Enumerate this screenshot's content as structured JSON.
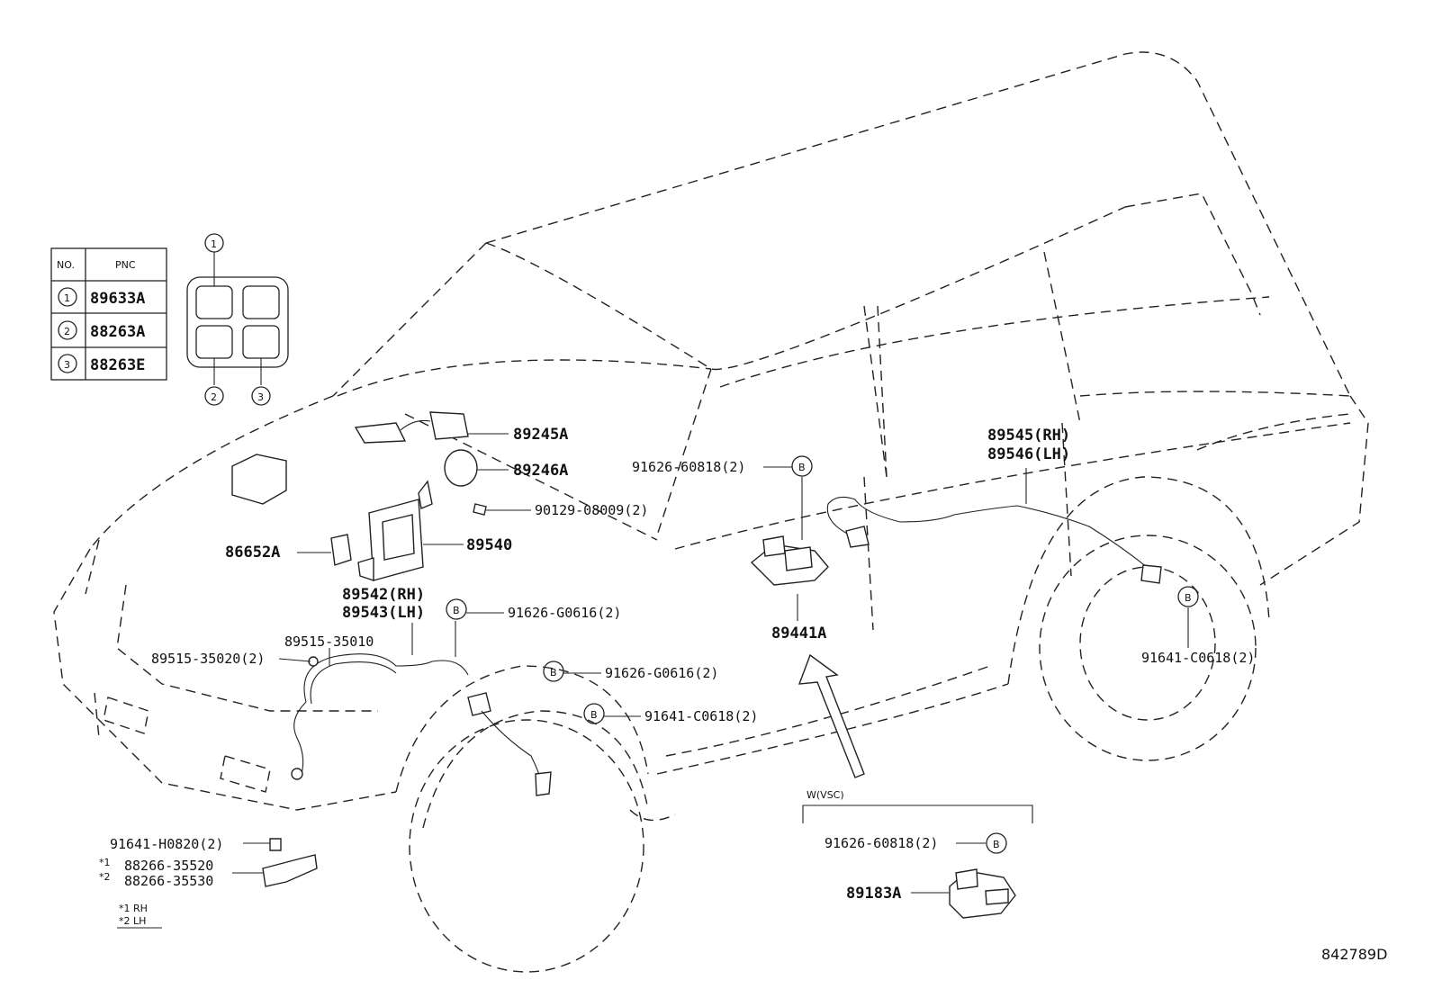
{
  "table": {
    "header_no": "NO.",
    "header_pnc": "PNC",
    "rows": [
      {
        "no": "1",
        "pnc": "89633A"
      },
      {
        "no": "2",
        "pnc": "88263A"
      },
      {
        "no": "3",
        "pnc": "88263E"
      }
    ]
  },
  "switch_callouts": {
    "c1": "1",
    "c2": "2",
    "c3": "3"
  },
  "parts": {
    "p89245A": "89245A",
    "p89246A": "89246A",
    "p90129": "90129-08009(2)",
    "p86652A": "86652A",
    "p89540": "89540",
    "p89542": "89542(RH)",
    "p89543": "89543(LH)",
    "p91626_g0616_a": "91626-G0616(2)",
    "p89515_35010": "89515-35010",
    "p89515_35020": "89515-35020(2)",
    "p91626_g0616_b": "91626-G0616(2)",
    "p91641_c0618_a": "91641-C0618(2)",
    "p91626_60818_a": "91626-60818(2)",
    "p89441A": "89441A",
    "p89545": "89545(RH)",
    "p89546": "89546(LH)",
    "p91641_c0618_b": "91641-C0618(2)",
    "vsc_label": "W(VSC)",
    "p91626_60818_b": "91626-60818(2)",
    "p89183A": "89183A",
    "p91641_h0820": "91641-H0820(2)",
    "p88266_35520": "88266-35520",
    "p88266_35530": "88266-35530",
    "mark1": "*1",
    "mark2": "*2",
    "legend1": "*1 RH",
    "legend2": "*2 LH"
  },
  "bolt_mark": "B",
  "figure_id": "842789D"
}
